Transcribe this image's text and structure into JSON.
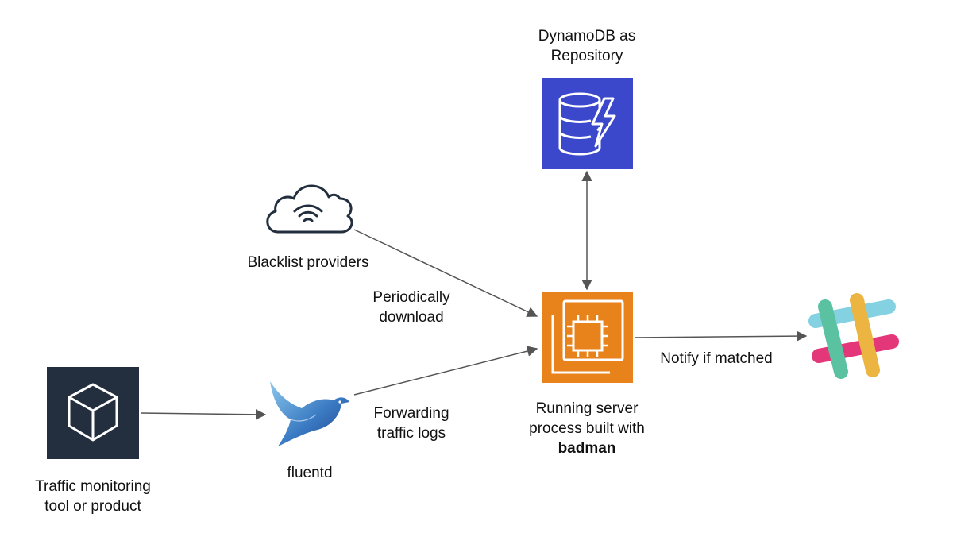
{
  "nodes": {
    "dynamodb": {
      "label_line1": "DynamoDB as",
      "label_line2": "Repository",
      "color": "#3B48CC",
      "icon": "dynamodb-icon"
    },
    "blacklist": {
      "label": "Blacklist providers",
      "icon": "cloud-wifi-icon"
    },
    "server": {
      "label_line1": "Running server",
      "label_line2": "process built with",
      "label_bold": "badman",
      "color": "#E8831C",
      "icon": "ec2-chip-icon"
    },
    "monitor": {
      "label_line1": "Traffic monitoring",
      "label_line2": "tool or product",
      "color": "#232F3E",
      "icon": "cube-icon"
    },
    "fluentd": {
      "label": "fluentd",
      "color": "#2A59A8",
      "icon": "fluentd-bird-icon"
    },
    "slack": {
      "icon": "slack-icon"
    }
  },
  "edges": {
    "download": {
      "line1": "Periodically",
      "line2": "download"
    },
    "forward": {
      "line1": "Forwarding",
      "line2": "traffic logs"
    },
    "notify": {
      "label": "Notify if matched"
    }
  }
}
